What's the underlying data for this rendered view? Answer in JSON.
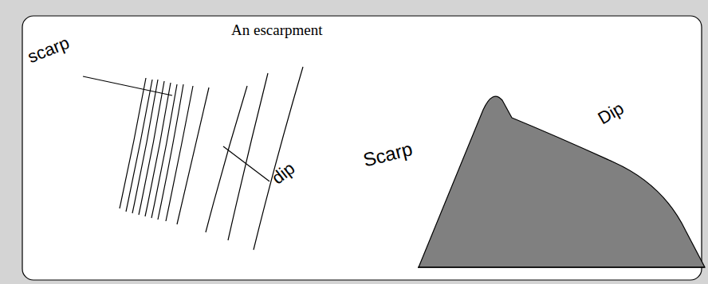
{
  "diagram": {
    "title": "An escarpment",
    "labels": [
      "scarp",
      "dip",
      "Scarp",
      "Dip"
    ]
  }
}
